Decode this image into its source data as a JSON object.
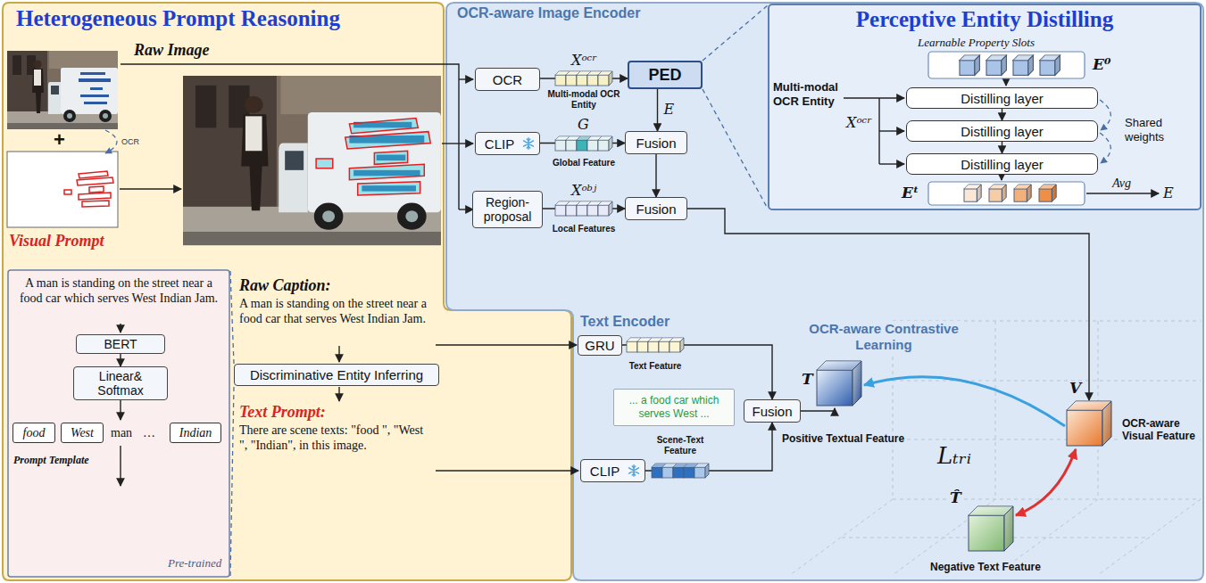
{
  "diagram": {
    "nodes": [
      {
        "text": [
          "Heterogeneous Prompt Reasoning"
        ]
      },
      {
        "text": [
          "OCR-aware Image Encoder",
          "Text Encoder"
        ]
      },
      {
        "text": [
          "Perceptive Entity Distilling"
        ],
        "in": 1
      },
      {
        "text": [
          "A man is standing on the street near a food car which serves West Indian Jam.",
          "Pre-trained"
        ],
        "in": 0
      },
      {
        "text": [
          "BERT"
        ],
        "in": 3
      },
      {
        "text": [
          "Linear& Softmax"
        ],
        "in": 3
      },
      {
        "text": [
          "food"
        ],
        "in": 3
      },
      {
        "text": [
          "West"
        ],
        "in": 3
      },
      {
        "text": [
          "Indian"
        ],
        "in": 3
      },
      {
        "text": [
          "Discriminative Entity Inferring"
        ],
        "in": 0
      },
      {
        "text": [
          "OCR"
        ],
        "in": 1
      },
      {
        "text": [
          "PED"
        ],
        "in": 1
      },
      {
        "text": [
          "CLIP"
        ],
        "in": 1
      },
      {
        "text": [
          "Fusion"
        ],
        "in": 1
      },
      {
        "text": [
          "Region-proposal"
        ],
        "in": 1
      },
      {
        "text": [
          "Fusion"
        ],
        "in": 1
      },
      {
        "text": [
          "GRU"
        ],
        "in": 1
      },
      {
        "text": [
          "CLIP"
        ],
        "in": 1
      },
      {
        "text": [
          "... a food car which serves West ..."
        ],
        "in": 1
      },
      {
        "text": [
          "Fusion"
        ],
        "in": 1
      },
      {
        "text": [
          "Distilling layer"
        ],
        "in": 2
      },
      {
        "text": [
          "Distilling layer"
        ],
        "in": 2
      },
      {
        "text": [
          "Distilling layer"
        ],
        "in": 2
      }
    ],
    "edges": [
      {
        "from": 10,
        "to": 11,
        "arrow": "to"
      },
      {
        "from": 11,
        "to": 13,
        "arrow": "to",
        "label": "E"
      },
      {
        "from": 12,
        "to": 13,
        "arrow": "to"
      },
      {
        "from": 13,
        "to": 15,
        "arrow": "to"
      },
      {
        "from": 14,
        "to": 15,
        "arrow": "to"
      },
      {
        "from": 4,
        "to": 5,
        "arrow": "to"
      },
      {
        "from": 16,
        "to": 19,
        "arrow": "to"
      },
      {
        "from": 17,
        "to": 19,
        "arrow": "to"
      },
      {
        "from": 20,
        "to": 21,
        "arrow": "to"
      },
      {
        "from": 21,
        "to": 22,
        "arrow": "to"
      }
    ],
    "labels": [
      "Raw Image",
      "OCR",
      "+",
      "Visual Prompt",
      "Raw Caption:",
      "A man is standing on the street near a food car that serves West Indian Jam.",
      "Text Prompt:",
      "There are scene texts: \"food \", \"West \", \"Indian\", in this image.",
      "man",
      "…",
      "Prompt Template",
      "Xᵒᶜʳ",
      "Multi-modal OCR Entity",
      "G",
      "Global Feature",
      "Xᵒᵇʲ",
      "Local Features",
      "Text Feature",
      "Scene-Text Feature",
      "OCR-aware Contrastive Learning",
      "T",
      "Positive Textual Feature",
      "V",
      "OCR-aware Visual Feature",
      "Lₜᵣᵢ",
      "T̂",
      "Negative Text Feature",
      "Multi-modal OCR Entity",
      "Learnable Property Slots",
      "E⁰",
      "Xᵒᶜʳ",
      "Shared weights",
      "Eᵗ",
      "Avg",
      "E"
    ]
  }
}
